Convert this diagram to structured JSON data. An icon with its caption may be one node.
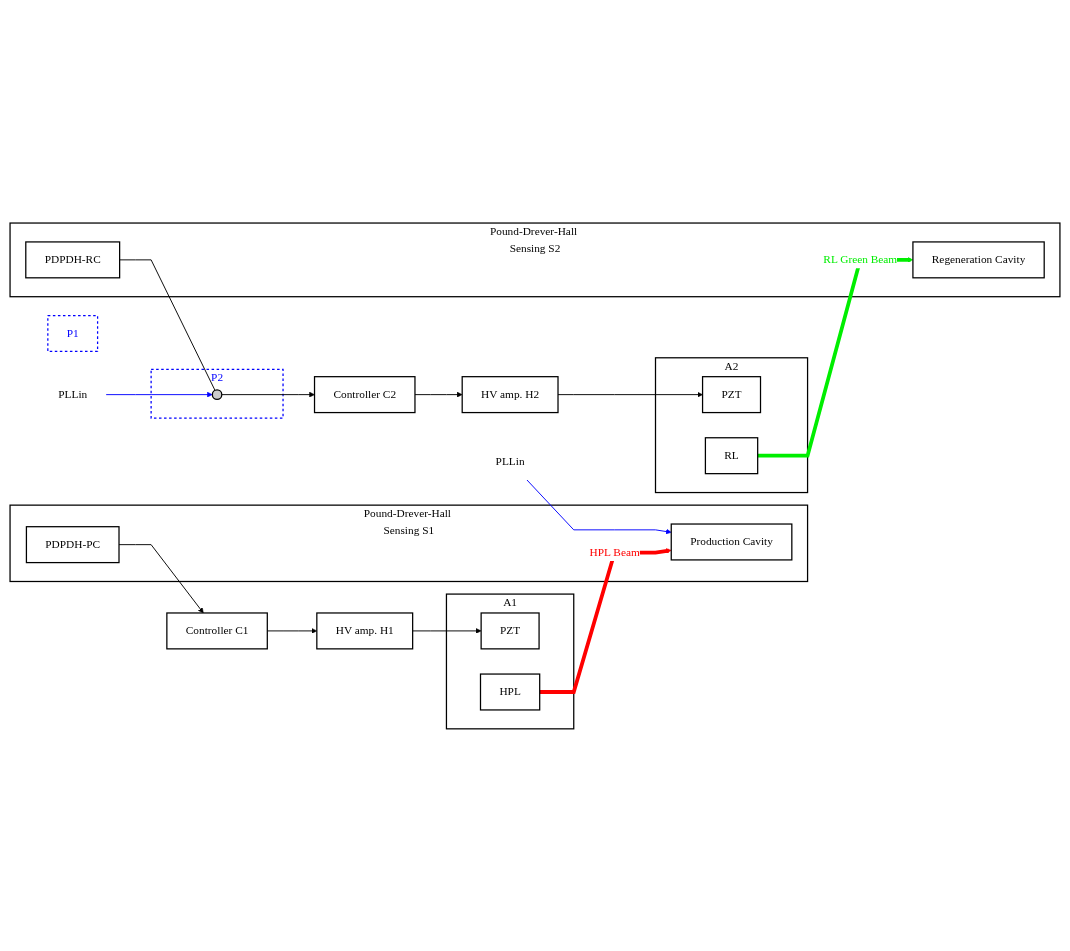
{
  "diagram": {
    "nodes": [
      {
        "text": [
          "Controller C1"
        ]
      },
      {
        "text": [
          "HV amp. H1"
        ]
      },
      {
        "text": [
          "A1"
        ]
      },
      {
        "text": [
          "PZT"
        ],
        "in": 2
      },
      {
        "text": [
          "HPL"
        ],
        "in": 2
      },
      {
        "text": [
          "Pound-Drever-Hall Sensing S1"
        ]
      },
      {
        "text": [
          "PDPDH-PC"
        ],
        "in": 5
      },
      {
        "text": [
          "Production Cavity"
        ],
        "in": 5
      },
      {
        "text": [
          "P1"
        ]
      },
      {
        "text": [
          "PLLin"
        ]
      },
      {
        "text": [
          "Controller C2"
        ]
      },
      {
        "text": [
          "HV amp. H2"
        ]
      },
      {
        "text": [
          "A2"
        ]
      },
      {
        "text": [
          "PZT"
        ],
        "in": 12
      },
      {
        "text": [
          "RL"
        ],
        "in": 12
      },
      {
        "text": [
          "Pound-Drever-Hall Sensing S2"
        ]
      },
      {
        "text": [
          "PDPDH-RC"
        ],
        "in": 15
      },
      {
        "text": [
          "Regeneration Cavity"
        ],
        "in": 15
      },
      {
        "text": [
          "P2"
        ]
      },
      {
        "text": [],
        "shape": "circle",
        "in": 18
      },
      {
        "text": [
          "PLLin"
        ]
      }
    ],
    "edges": [
      {
        "from": 0,
        "to": 1,
        "arrow": "to"
      },
      {
        "from": 1,
        "to": 3,
        "arrow": "to"
      },
      {
        "from": 4,
        "to": 7,
        "arrow": "to",
        "label": "HPL Beam",
        "style": "thick",
        "color": "#ff0000"
      },
      {
        "from": 6,
        "to": 0,
        "arrow": "to"
      },
      {
        "from": 9,
        "to": 7,
        "arrow": "to",
        "color": "#0000ff"
      },
      {
        "from": 10,
        "to": 11,
        "arrow": "to"
      },
      {
        "from": 11,
        "to": 13,
        "arrow": "to"
      },
      {
        "from": 14,
        "to": 17,
        "arrow": "to",
        "label": "RL Green Beam",
        "style": "thick",
        "color": "#00ee00"
      },
      {
        "from": 16,
        "to": 19,
        "arrow": "none"
      },
      {
        "from": 19,
        "to": 10,
        "arrow": "to"
      },
      {
        "from": 20,
        "to": 19,
        "arrow": "to",
        "color": "#0000ff"
      }
    ]
  }
}
